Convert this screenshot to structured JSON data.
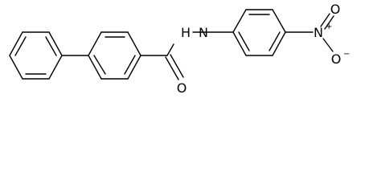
{
  "colors": {
    "background": "#ffffff",
    "bond": "#000000",
    "label": "#000000"
  },
  "atoms": {
    "amide_nitrogen": {
      "element": "N",
      "hydrogen": "H"
    },
    "carbonyl_oxygen": {
      "element": "O"
    },
    "nitro_nitrogen": {
      "element": "N",
      "charge": "+"
    },
    "nitro_oxygen_double": {
      "element": "O"
    },
    "nitro_oxygen_single": {
      "element": "O",
      "charge": "−"
    }
  }
}
